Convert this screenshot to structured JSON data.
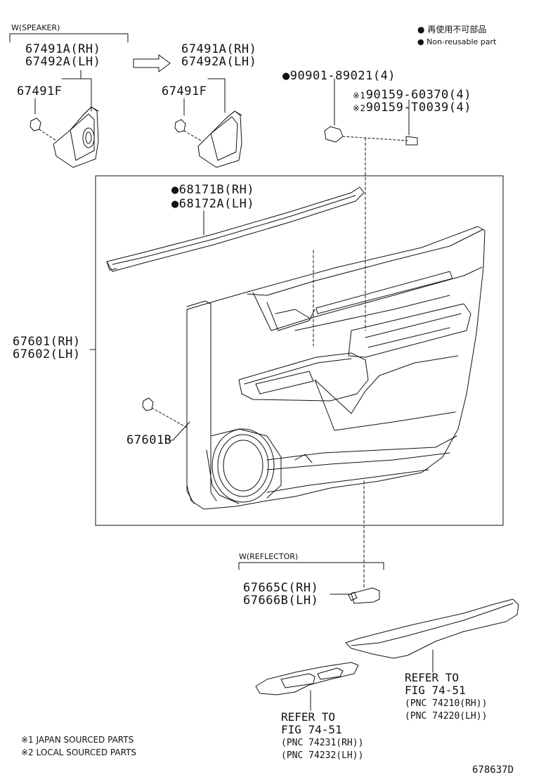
{
  "legend": {
    "nonreusable_jp": "再使用不可部品",
    "nonreusable_en": "Non-reusable part"
  },
  "groups": {
    "speaker": "W(SPEAKER)",
    "reflector": "W(REFLECTOR)"
  },
  "parts": {
    "tweeter_cover_old_rh": "67491A(RH)",
    "tweeter_cover_old_lh": "67492A(LH)",
    "tweeter_cover_new_rh": "67491A(RH)",
    "tweeter_cover_new_lh": "67492A(LH)",
    "clip_left": "67491F",
    "clip_right": "67491F",
    "clip_nonreusable": "90901-89021(4)",
    "screw_japan": "90159-60370(4)",
    "screw_local": "90159-T0039(4)",
    "weatherstrip_rh": "68171B(RH)",
    "weatherstrip_lh": "68172A(LH)",
    "door_trim_rh": "67601(RH)",
    "door_trim_lh": "67602(LH)",
    "trim_clip": "67601B",
    "reflector_rh": "67665C(RH)",
    "reflector_lh": "67666B(LH)"
  },
  "marks": {
    "japan": "※1",
    "local": "※2"
  },
  "refs": {
    "armrest": {
      "refer_line1": "REFER TO",
      "refer_line2": "FIG 74-51",
      "pnc_rh": "(PNC 74210(RH))",
      "pnc_lh": "(PNC 74220(LH))"
    },
    "switch_base": {
      "refer_line1": "REFER TO",
      "refer_line2": "FIG 74-51",
      "pnc_rh": "(PNC 74231(RH))",
      "pnc_lh": "(PNC 74232(LH))"
    }
  },
  "footnotes": {
    "japan": "※1 JAPAN SOURCED PARTS",
    "local": "※2 LOCAL SOURCED PARTS"
  },
  "figure_id": "678637D"
}
